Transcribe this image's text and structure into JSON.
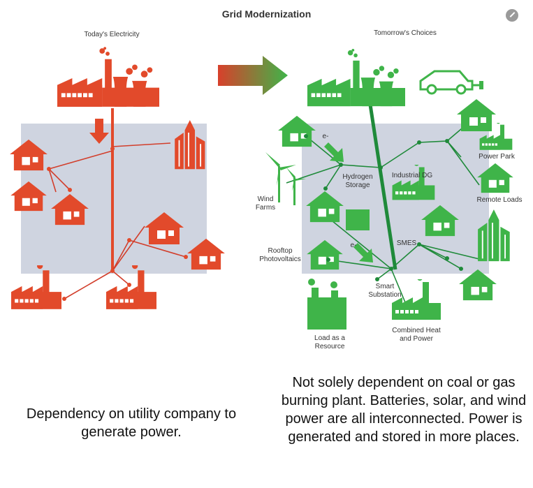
{
  "title": "Grid Modernization",
  "left": {
    "heading": "Today's Electricity",
    "caption": "Dependency on utility company to generate power."
  },
  "right": {
    "heading": "Tomorrow's Choices",
    "labels": {
      "hydrogen_storage": "Hydrogen Storage",
      "industrial_dg": "Industrial DG",
      "power_park": "Power Park",
      "remote_loads": "Remote Loads",
      "wind_farms": "Wind Farms",
      "rooftop_pv": "Rooftop Photovoltaics",
      "smes": "SMES",
      "smart_substation": "Smart Substation",
      "combined_heat_power": "Combined Heat and Power",
      "load_as_resource": "Load as a Resource",
      "electron1": "e-",
      "electron2": "e-"
    },
    "caption": "Not solely dependent on coal or gas burning plant.  Batteries, solar, and wind power are all interconnected.  Power is generated and stored in more places."
  },
  "colors": {
    "red": "#e24a2b",
    "green": "#3fb449",
    "dark_green": "#1f8a3a",
    "panel": "#cfd4e0"
  }
}
